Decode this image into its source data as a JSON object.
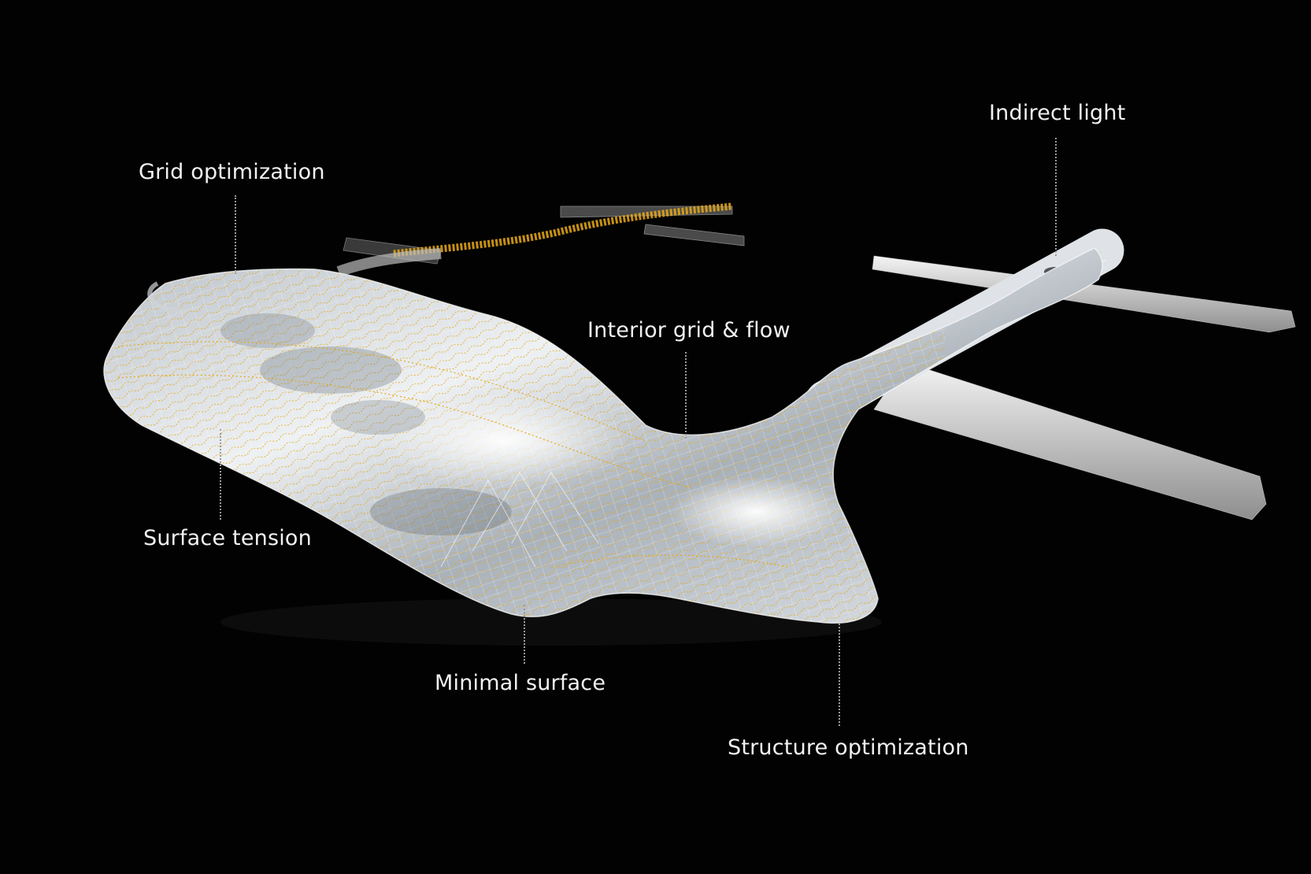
{
  "diagram": {
    "background_color": "#020202",
    "surface_color": "#d8dde2",
    "grid_line_color": "#e6a817",
    "labels": {
      "grid_optimization": "Grid optimization",
      "indirect_light": "Indirect light",
      "interior_grid_flow": "Interior grid & flow",
      "surface_tension": "Surface tension",
      "minimal_surface": "Minimal surface",
      "structure_optimization": "Structure optimization"
    }
  }
}
